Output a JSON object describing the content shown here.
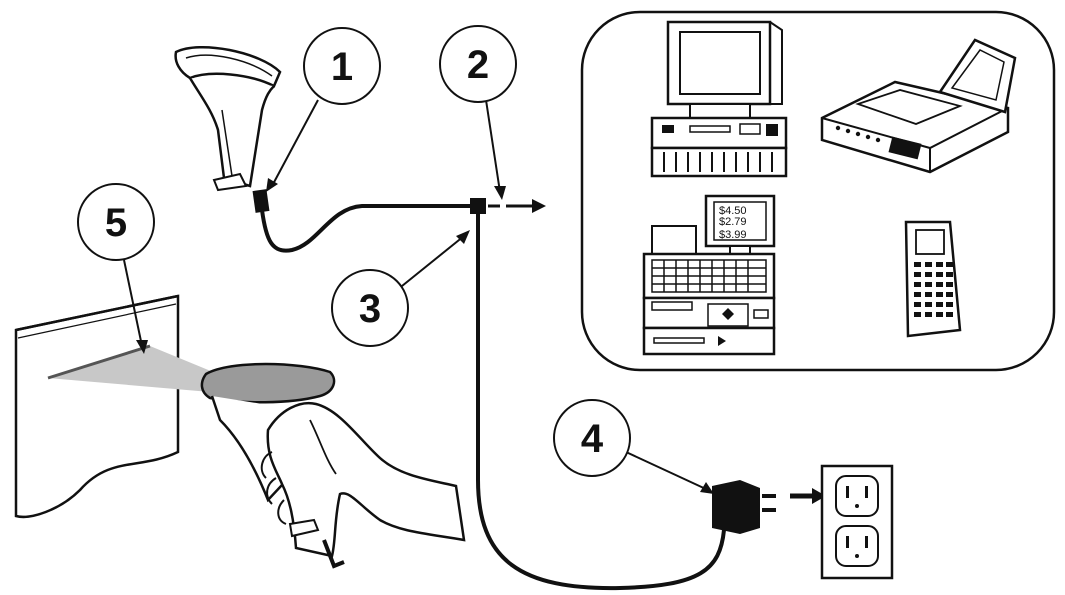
{
  "callouts": [
    {
      "id": "1",
      "label": "1"
    },
    {
      "id": "2",
      "label": "2"
    },
    {
      "id": "3",
      "label": "3"
    },
    {
      "id": "4",
      "label": "4"
    },
    {
      "id": "5",
      "label": "5"
    }
  ],
  "register_screen": {
    "line1": "$4.50",
    "line2": "$2.79",
    "line3": "$3.99"
  },
  "colors": {
    "ink": "#111111",
    "scan_beam": "#c8c8c8",
    "panel_fill": "#ffffff"
  },
  "icons": [
    "barcode-scanner-icon",
    "desktop-computer-icon",
    "terminal-printer-icon",
    "cash-register-icon",
    "handheld-terminal-icon",
    "power-adapter-icon",
    "wall-outlet-icon"
  ]
}
